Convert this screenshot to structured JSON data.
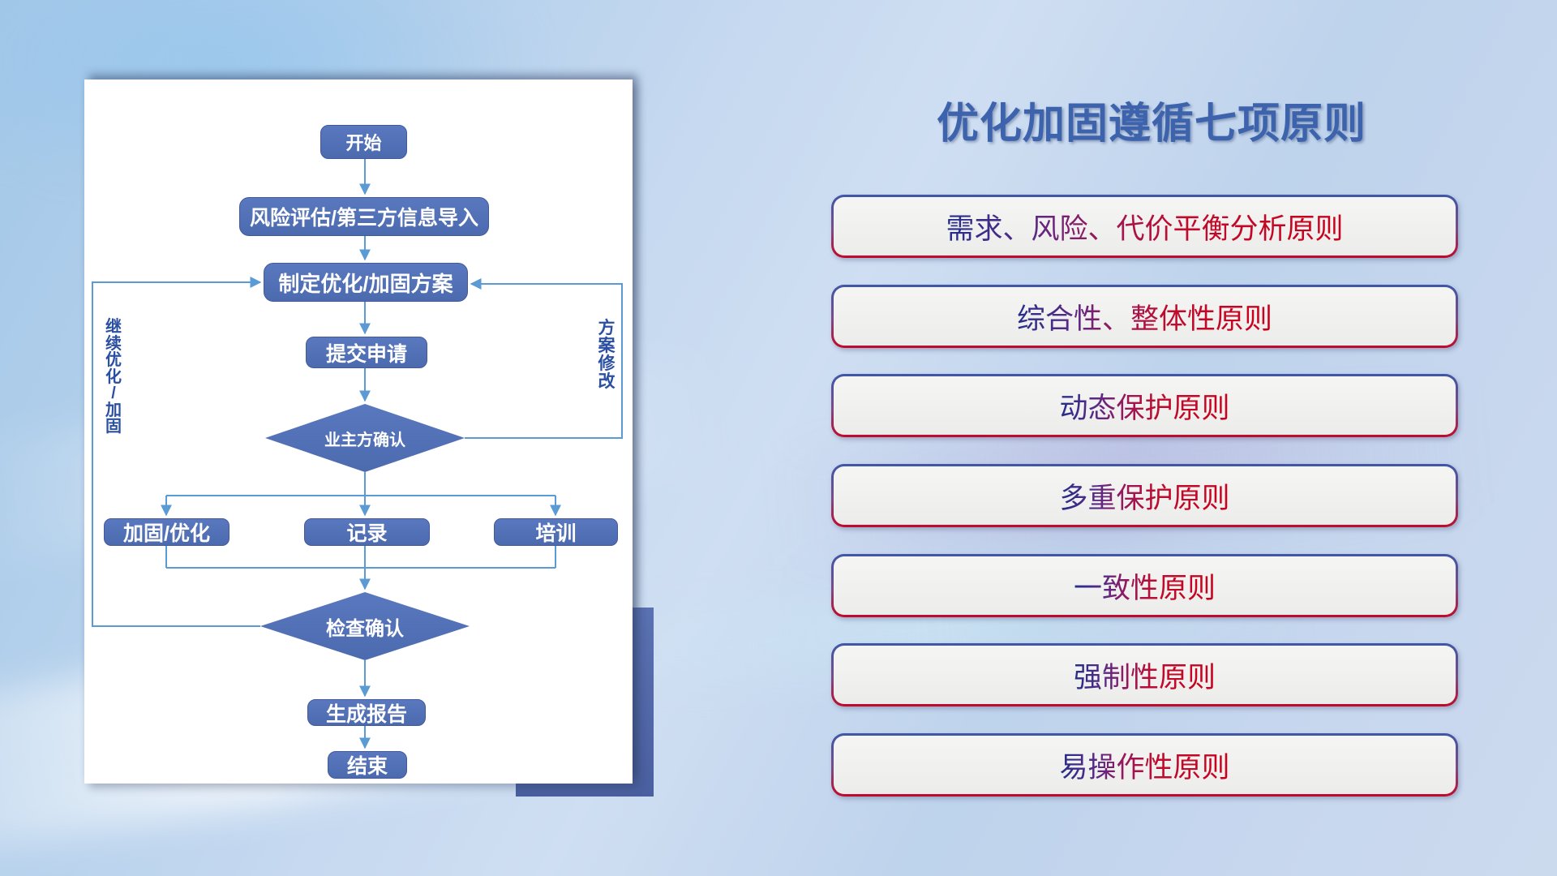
{
  "flowchart": {
    "nodes": {
      "start": "开始",
      "risk_import": "风险评估/第三方信息导入",
      "make_plan": "制定优化/加固方案",
      "submit": "提交申请",
      "owner_confirm": "业主方确认",
      "reinforce": "加固/优化",
      "record": "记录",
      "training": "培训",
      "check_confirm": "检查确认",
      "report": "生成报告",
      "end": "结束"
    },
    "loop_labels": {
      "left": "继续优化/加固",
      "right": "方案修改"
    }
  },
  "right_panel": {
    "title": "优化加固遵循七项原则",
    "principles": [
      "需求、风险、代价平衡分析原则",
      "综合性、整体性原则",
      "动态保护原则",
      "多重保护原则",
      "一致性原则",
      "强制性原则",
      "易操作性原则"
    ]
  },
  "colors": {
    "node_fill": "#4e6bb0",
    "connector": "#5b9bd5",
    "deco_rect": "#4e64a6",
    "title_blue": "#3e63ad",
    "principle_text_gradient": [
      "#232e8a",
      "#c9001c"
    ],
    "principle_border_gradient": [
      "#3f57a7",
      "#c1082a"
    ],
    "loop_label_blue": "#2b4fa1"
  }
}
